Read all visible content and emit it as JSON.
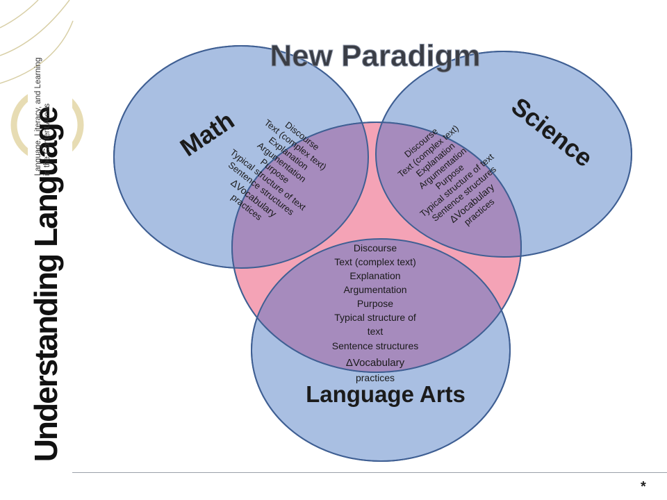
{
  "brand": {
    "title": "Understanding Language",
    "subtitle_line1": "Language, Literacy, and Learning",
    "subtitle_line2": "in the Content Areas"
  },
  "diagram": {
    "title": "New Paradigm",
    "circles": {
      "math": "Math",
      "science": "Science",
      "language_arts": "Language Arts"
    },
    "overlap_items": {
      "math_side": [
        "Discourse",
        "Text (complex text)",
        "Explanation",
        "Argumentation",
        "Purpose",
        "Typical structure of text",
        "Sentence structures",
        "ΔVocabulary",
        "practices"
      ],
      "science_side": [
        "Discourse",
        "Text (complex text)",
        "Explanation",
        "Argumentation",
        "Purpose",
        "Typical structure of text",
        "Sentence structures",
        "ΔVocabulary",
        "practices"
      ],
      "language_arts_side": [
        "Discourse",
        "Text (complex text)",
        "Explanation",
        "Argumentation",
        "Purpose",
        "Typical structure of",
        "text",
        "Sentence structures",
        "ΔVocabulary",
        "practices"
      ]
    }
  },
  "footer": {
    "marker": "*"
  },
  "colors": {
    "circle_fill": "#a9bfe2",
    "circle_stroke": "#3f5f93",
    "center_fill": "#f4a3b6",
    "overlap_fill": "#a68bbd",
    "text": "#1a1a1a"
  }
}
